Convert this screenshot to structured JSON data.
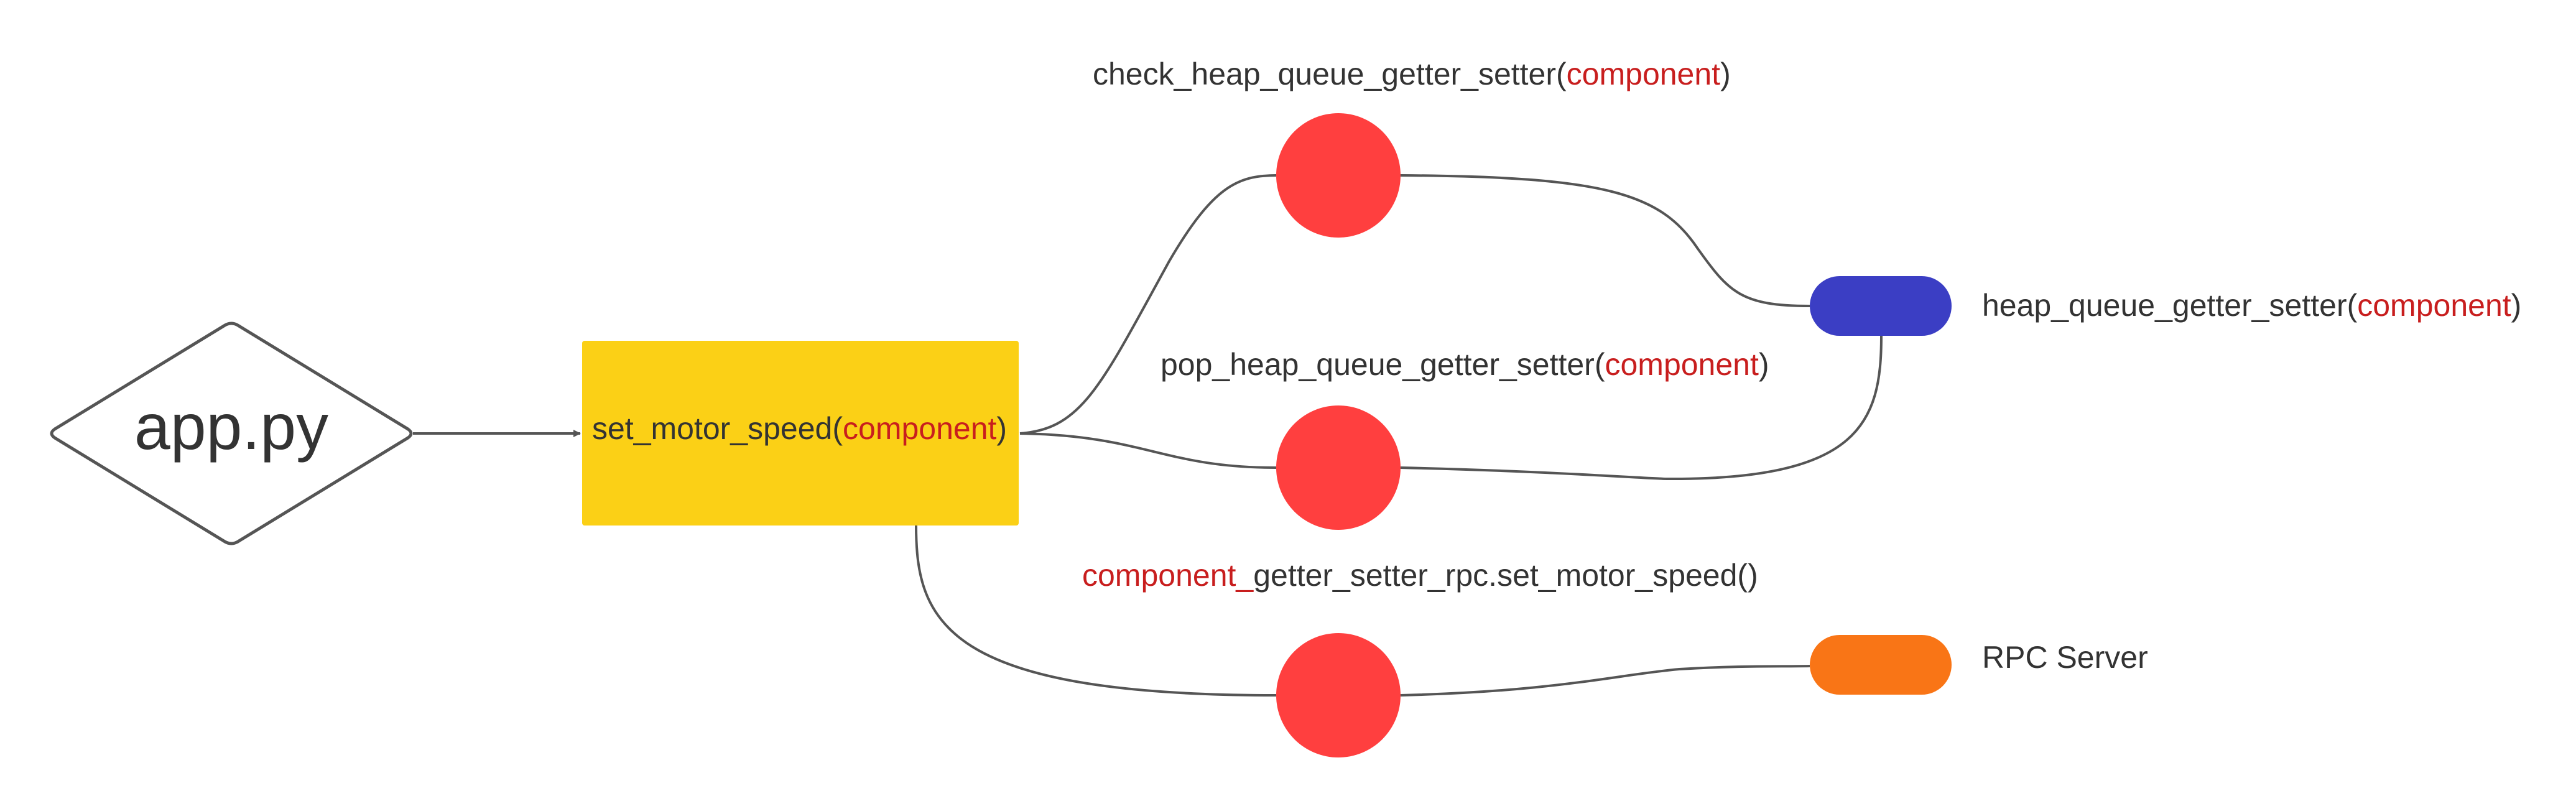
{
  "colors": {
    "start_fill": "#ffffff",
    "start_stroke": "#555555",
    "process_fill": "#fbd016",
    "circle_fill": "#ff3f3f",
    "heap_pill_fill": "#3b3ec4",
    "rpc_pill_fill": "#f97516",
    "edge": "#555555",
    "highlight_text": "#c81e1e",
    "text": "#333333"
  },
  "nodes": {
    "start": {
      "label": "app.py",
      "shape": "diamond"
    },
    "process": {
      "shape": "rectangle",
      "label": {
        "prefix": "set_motor_speed(",
        "highlight": "component",
        "suffix": ")"
      }
    },
    "check_node": {
      "shape": "circle",
      "label": {
        "prefix": "check_heap_queue_getter_setter(",
        "highlight": "component",
        "suffix": ")"
      }
    },
    "pop_node": {
      "shape": "circle",
      "label": {
        "prefix": "pop_heap_queue_getter_setter(",
        "highlight": "component",
        "suffix": ")"
      }
    },
    "rpc_call_node": {
      "shape": "circle",
      "label": {
        "highlight": "component_",
        "suffix": "getter_setter_rpc.set_motor_speed()"
      }
    },
    "heap_store": {
      "shape": "pill",
      "label": {
        "prefix": "heap_queue_getter_setter(",
        "highlight": "component",
        "suffix": ")"
      }
    },
    "rpc_server": {
      "shape": "pill",
      "label": "RPC Server"
    }
  },
  "edges": [
    {
      "from": "start",
      "to": "process",
      "arrow": true
    },
    {
      "from": "process",
      "to": "check_node",
      "arrow": false
    },
    {
      "from": "process",
      "to": "pop_node",
      "arrow": false
    },
    {
      "from": "process",
      "to": "rpc_call_node",
      "arrow": false
    },
    {
      "from": "check_node",
      "to": "heap_store",
      "arrow": false
    },
    {
      "from": "pop_node",
      "to": "heap_store",
      "arrow": false
    },
    {
      "from": "rpc_call_node",
      "to": "rpc_server",
      "arrow": false
    }
  ]
}
